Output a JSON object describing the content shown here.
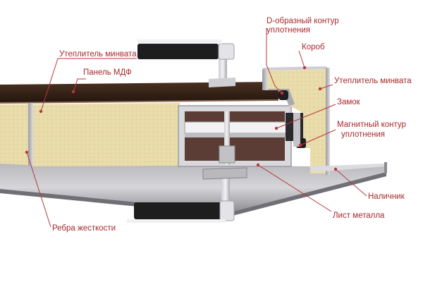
{
  "labels": {
    "d_seal_line1": "D-образный контур",
    "d_seal_line2": "уплотнения",
    "frame_box": "Короб",
    "insulation_left": "Утеплитель минвата",
    "insulation_right": "Утеплитель минвата",
    "mdf_panel": "Панель МДФ",
    "lock": "Замок",
    "magnetic_seal_line1": "Магнитный контур",
    "magnetic_seal_line2": "уплотнения",
    "trim": "Наличник",
    "metal_sheet": "Лист металла",
    "ribs": "Ребра жесткости"
  },
  "colors": {
    "label_text": "#a8282c",
    "leader_line": "#b8383c",
    "insulation": "#e6d9a6",
    "mdf": "#3a2418",
    "metal": "#c9c9cc",
    "handle": "#1e1e1e"
  }
}
